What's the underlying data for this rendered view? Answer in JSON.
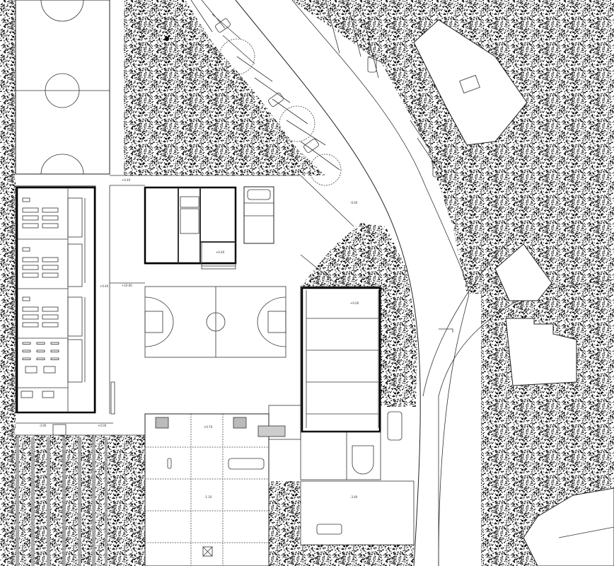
{
  "plan": {
    "level_labels": [
      "+0.40",
      "+10.00",
      "+0.40",
      "-0.40",
      "+0.00",
      "-3.00",
      "+0.00",
      "+0.70",
      "-1.10",
      "-3.40",
      "+0.40"
    ],
    "colors": {
      "line": "#000000",
      "stipple": "#000000",
      "vine_rows": "#a8a8a8",
      "background": "#ffffff"
    }
  }
}
